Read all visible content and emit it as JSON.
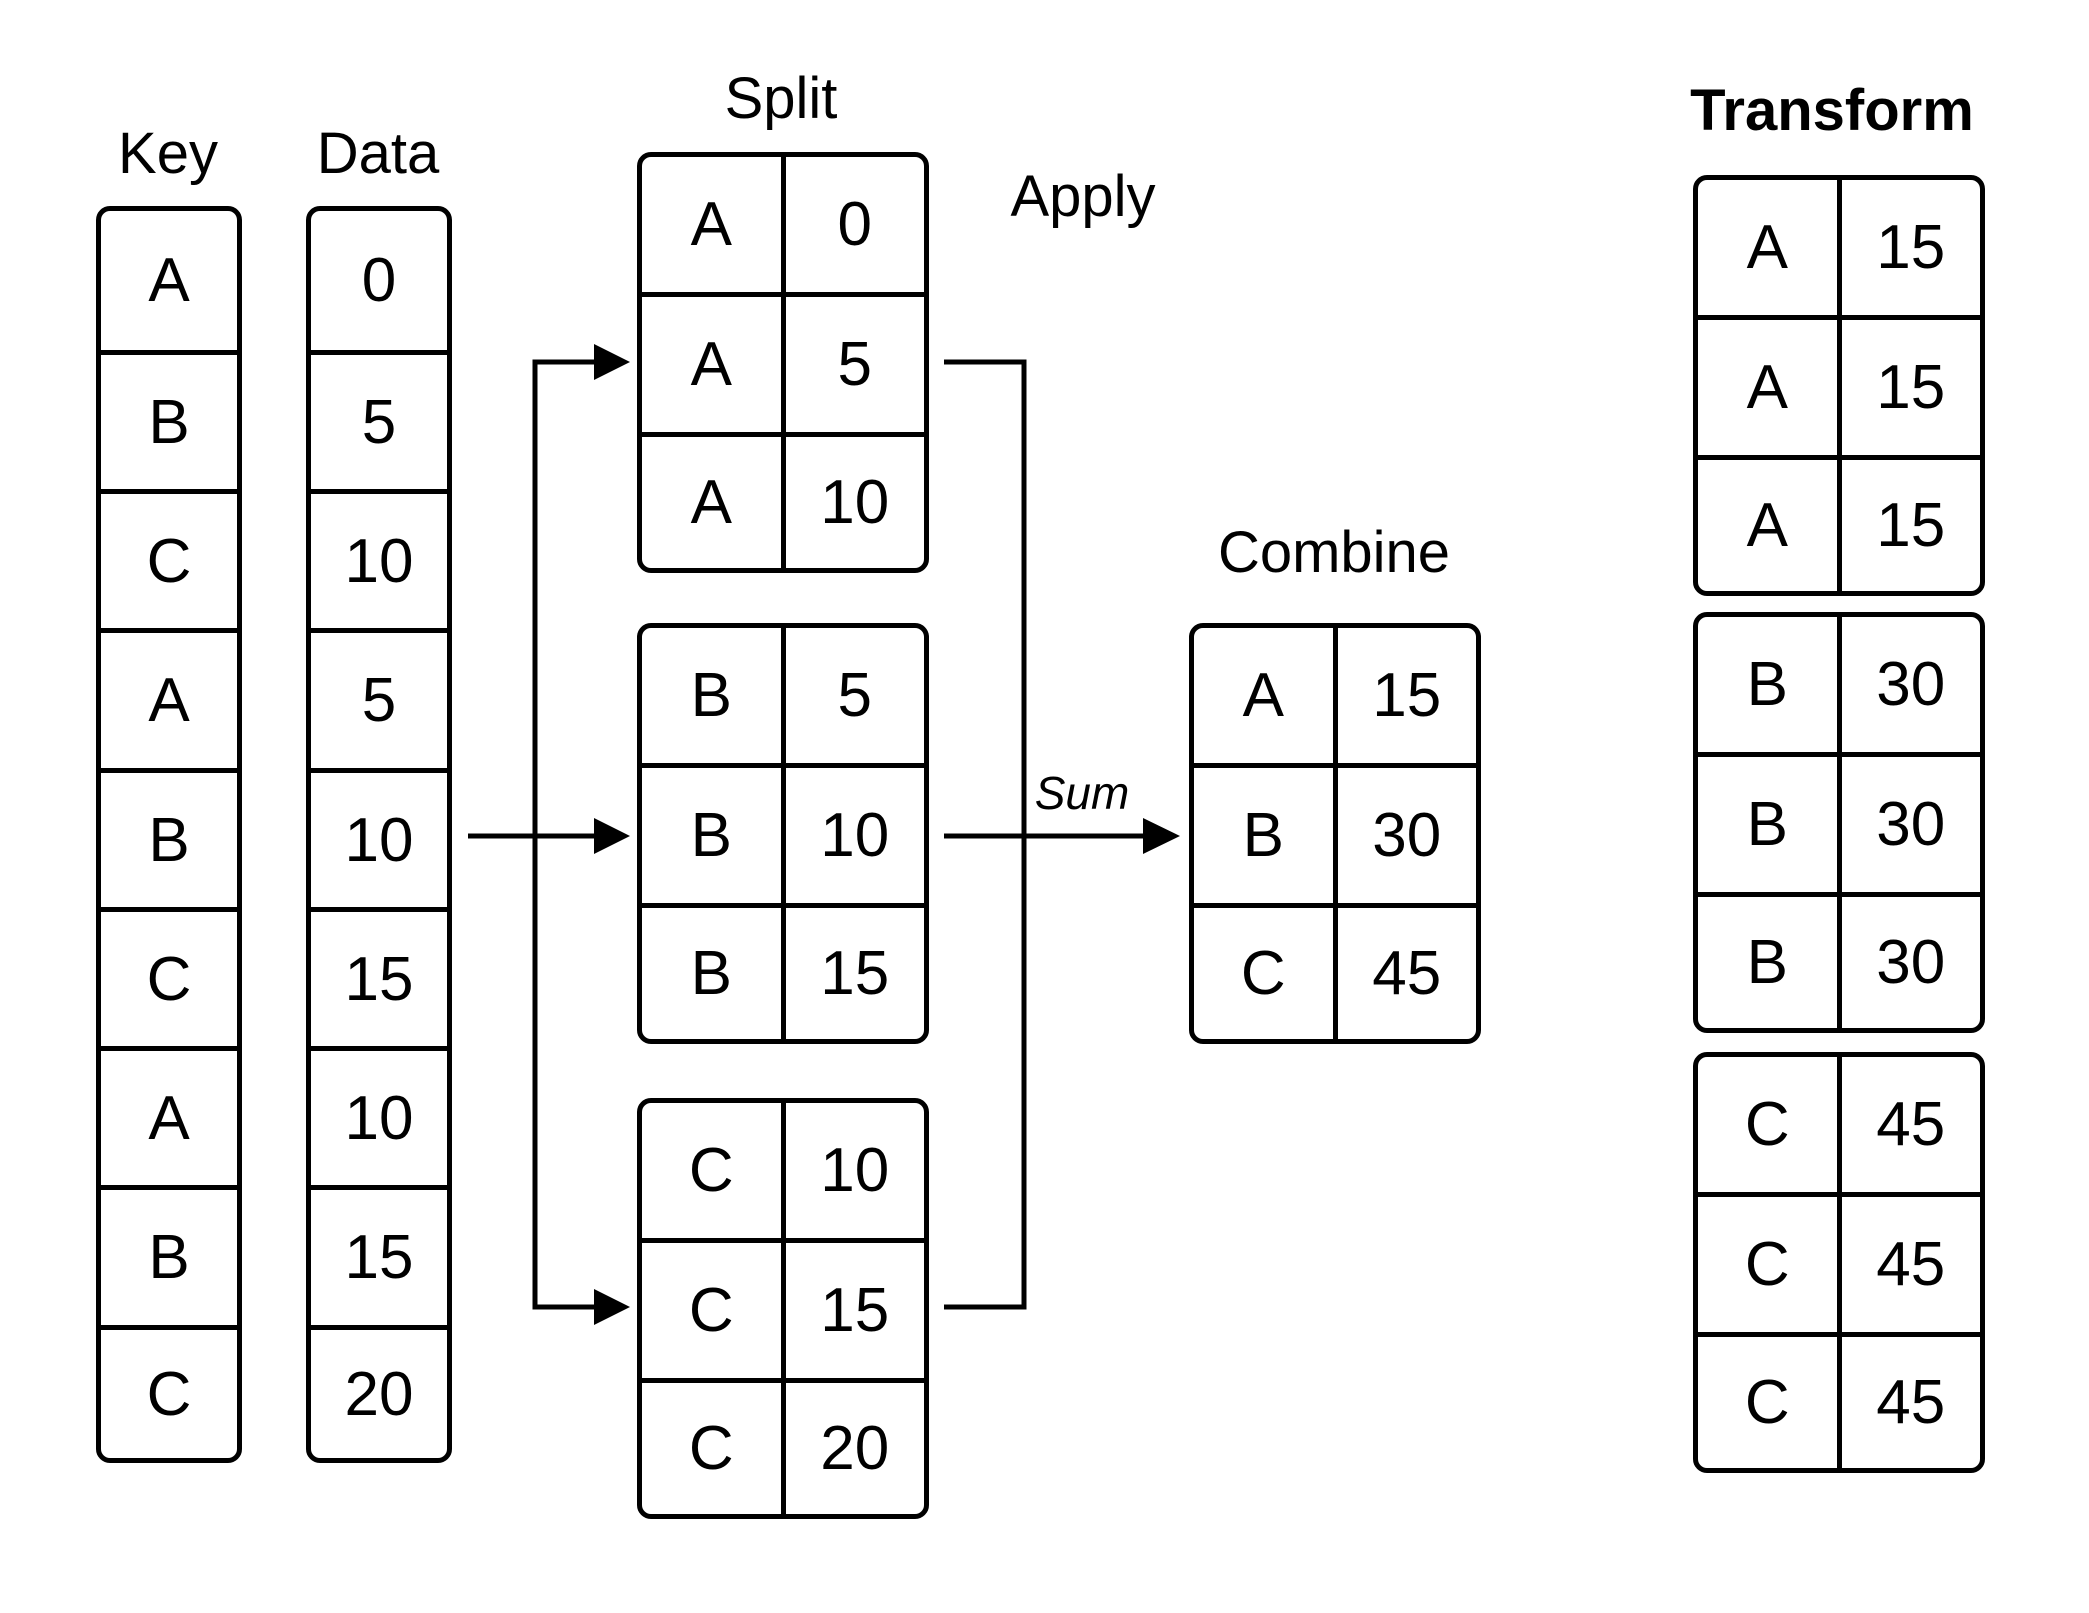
{
  "headers": {
    "key": "Key",
    "data": "Data",
    "split": "Split",
    "apply": "Apply",
    "combine": "Combine",
    "transform": "Transform",
    "sum": "Sum"
  },
  "key_column": [
    "A",
    "B",
    "C",
    "A",
    "B",
    "C",
    "A",
    "B",
    "C"
  ],
  "data_column": [
    "0",
    "5",
    "10",
    "5",
    "10",
    "15",
    "10",
    "15",
    "20"
  ],
  "split_groups": [
    {
      "rows": [
        {
          "k": "A",
          "v": "0"
        },
        {
          "k": "A",
          "v": "5"
        },
        {
          "k": "A",
          "v": "10"
        }
      ]
    },
    {
      "rows": [
        {
          "k": "B",
          "v": "5"
        },
        {
          "k": "B",
          "v": "10"
        },
        {
          "k": "B",
          "v": "15"
        }
      ]
    },
    {
      "rows": [
        {
          "k": "C",
          "v": "10"
        },
        {
          "k": "C",
          "v": "15"
        },
        {
          "k": "C",
          "v": "20"
        }
      ]
    }
  ],
  "combine": [
    {
      "k": "A",
      "v": "15"
    },
    {
      "k": "B",
      "v": "30"
    },
    {
      "k": "C",
      "v": "45"
    }
  ],
  "transform_groups": [
    {
      "rows": [
        {
          "k": "A",
          "v": "15"
        },
        {
          "k": "A",
          "v": "15"
        },
        {
          "k": "A",
          "v": "15"
        }
      ]
    },
    {
      "rows": [
        {
          "k": "B",
          "v": "30"
        },
        {
          "k": "B",
          "v": "30"
        },
        {
          "k": "B",
          "v": "30"
        }
      ]
    },
    {
      "rows": [
        {
          "k": "C",
          "v": "45"
        },
        {
          "k": "C",
          "v": "45"
        },
        {
          "k": "C",
          "v": "45"
        }
      ]
    }
  ]
}
